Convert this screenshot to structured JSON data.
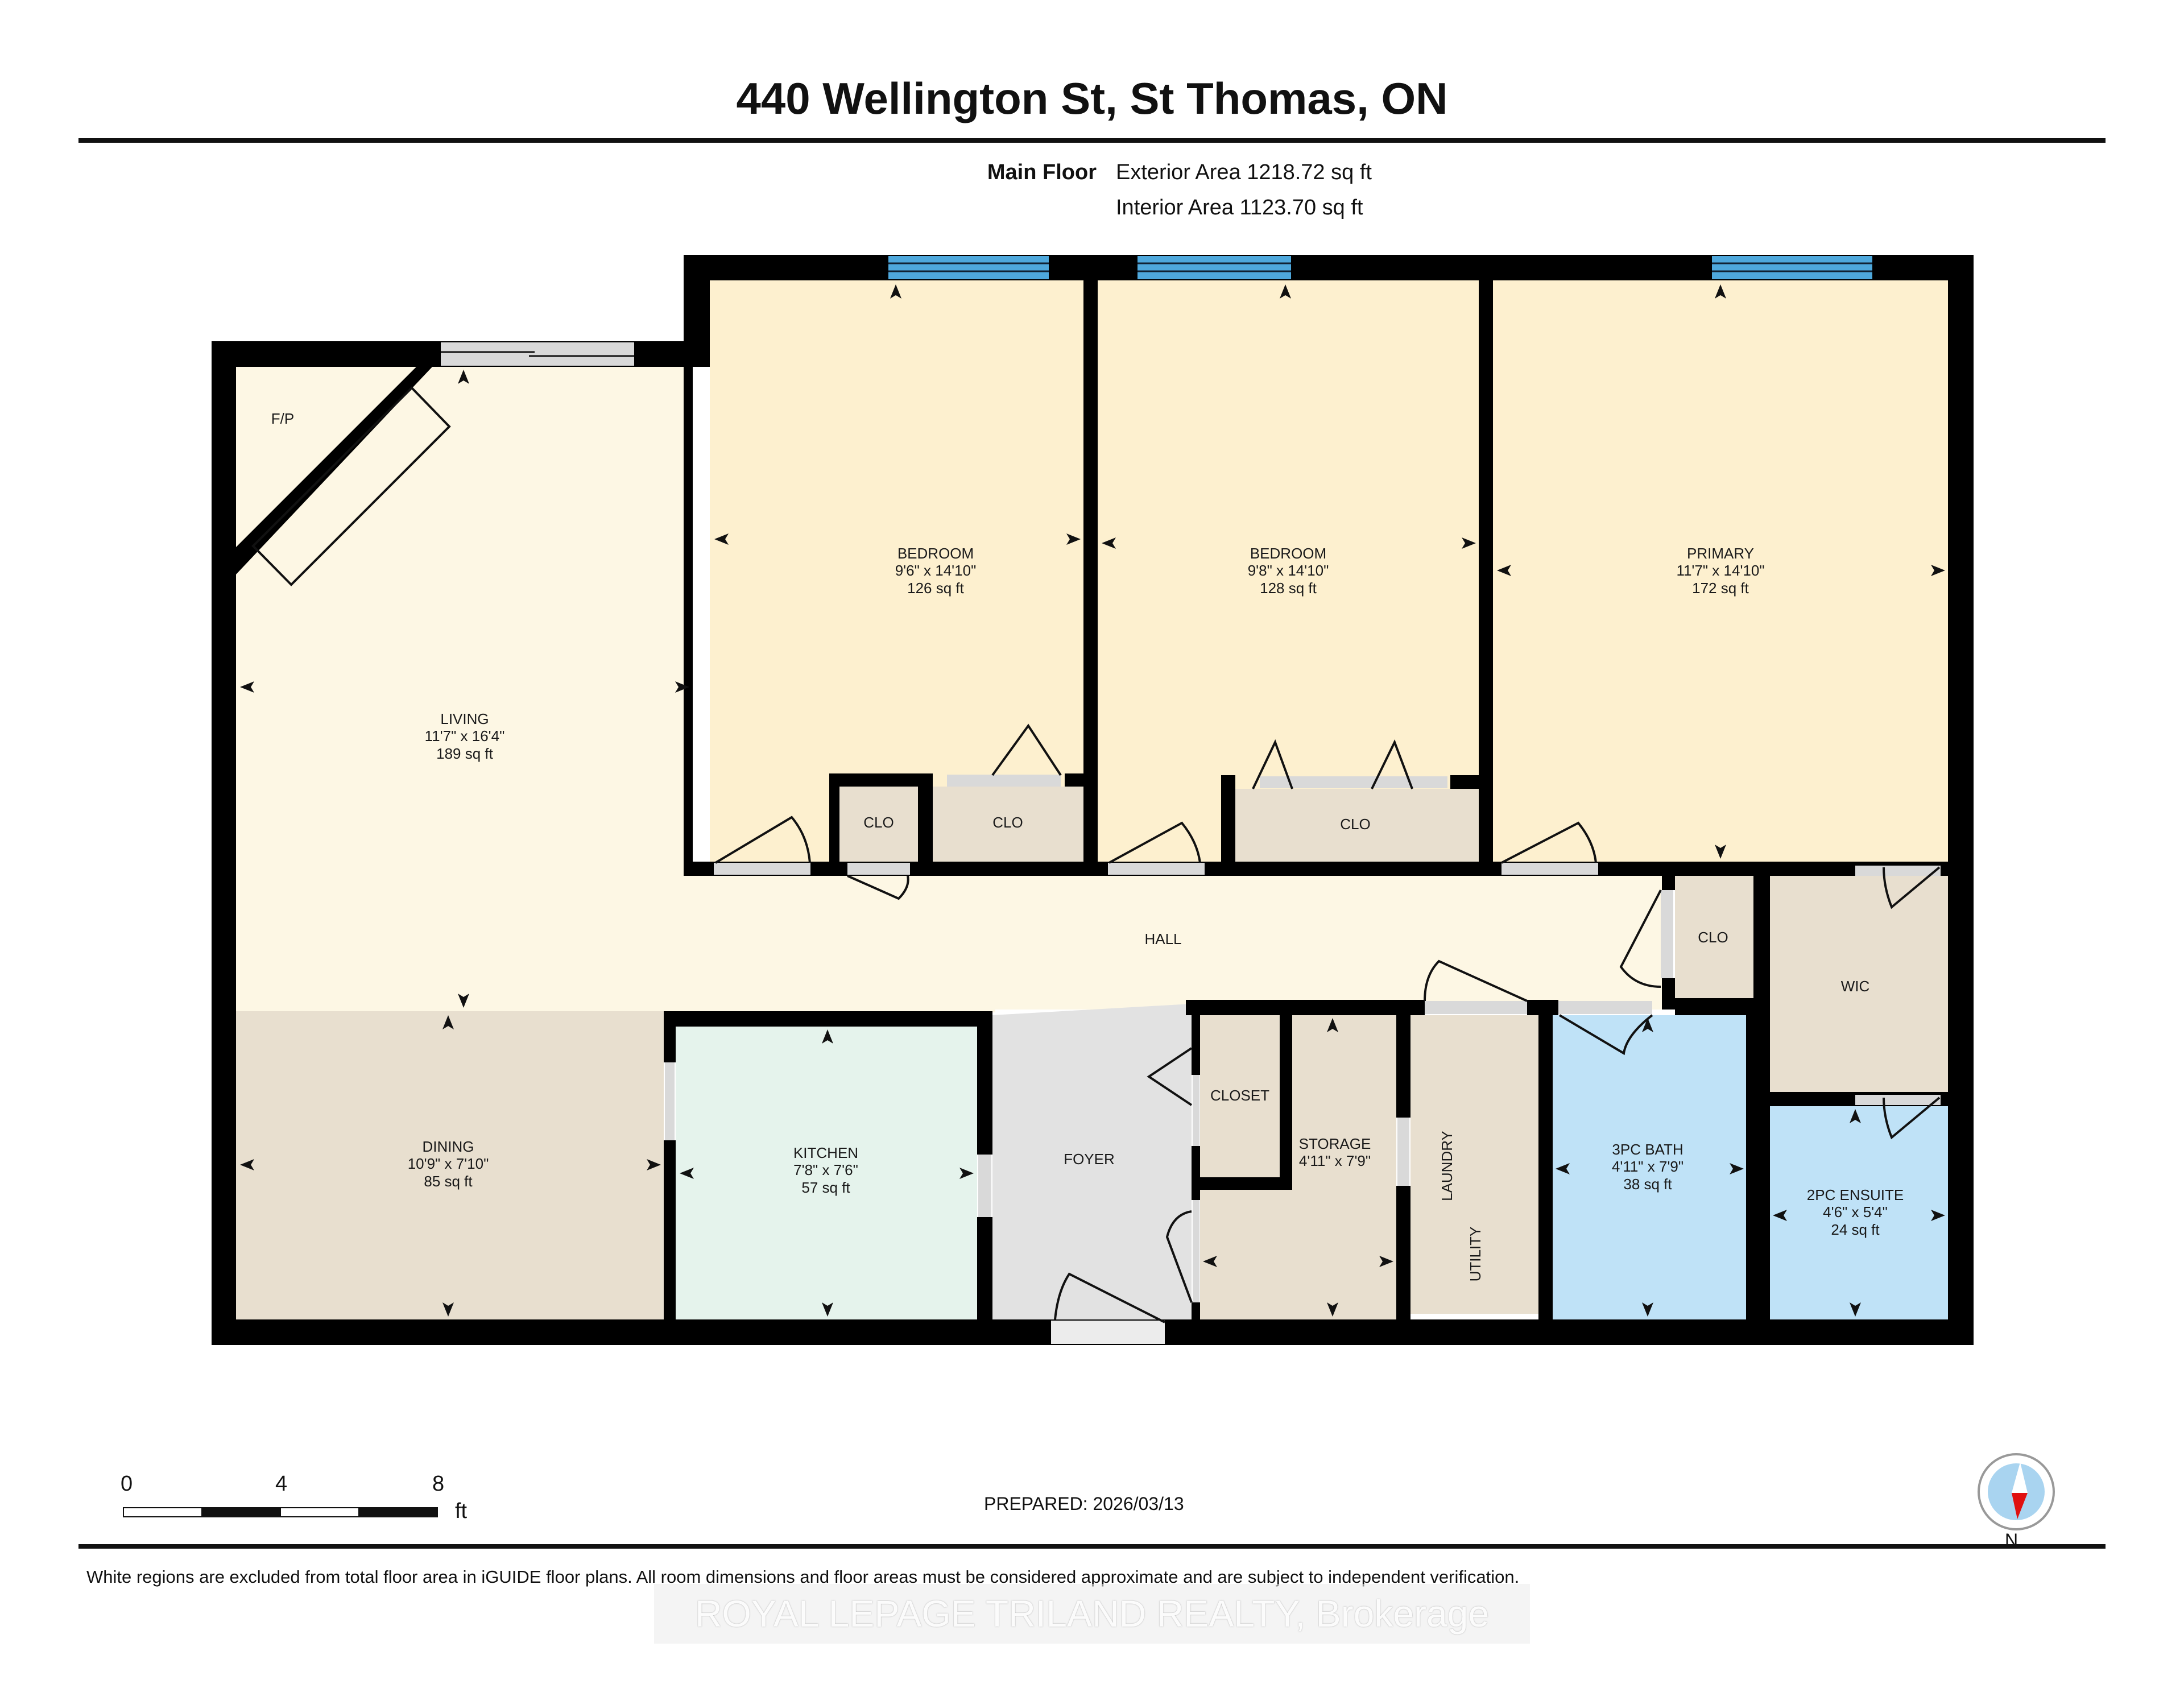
{
  "header": {
    "title": "440 Wellington St, St Thomas, ON",
    "floor_label": "Main Floor",
    "exterior_area": "Exterior Area 1218.72 sq ft",
    "interior_area": "Interior Area 1123.70 sq ft"
  },
  "colors": {
    "wall": "#000000",
    "bedroom_fill": "#fdf0cf",
    "living_fill": "#fdf7e4",
    "dining_fill": "#e8dfcf",
    "closet_fill": "#e8dfcf",
    "kitchen_fill": "#e5f3ec",
    "foyer_fill": "#e2e2e2",
    "bath_fill": "#bfe2f7",
    "window": "#4ea8dc",
    "door_opening": "#d9d9d9"
  },
  "rooms": {
    "bedroom1": {
      "name": "BEDROOM",
      "dims": "9'6\" x 14'10\"",
      "area": "126 sq ft"
    },
    "bedroom2": {
      "name": "BEDROOM",
      "dims": "9'8\" x 14'10\"",
      "area": "128 sq ft"
    },
    "primary": {
      "name": "PRIMARY",
      "dims": "11'7\" x 14'10\"",
      "area": "172 sq ft"
    },
    "living": {
      "name": "LIVING",
      "dims": "11'7\" x 16'4\"",
      "area": "189 sq ft"
    },
    "fireplace": {
      "name": "F/P"
    },
    "hall": {
      "name": "HALL"
    },
    "dining": {
      "name": "DINING",
      "dims": "10'9\" x 7'10\"",
      "area": "85 sq ft"
    },
    "kitchen": {
      "name": "KITCHEN",
      "dims": "7'8\" x 7'6\"",
      "area": "57 sq ft"
    },
    "foyer": {
      "name": "FOYER"
    },
    "closet_foyer": {
      "name": "CLOSET"
    },
    "storage": {
      "name": "STORAGE",
      "dims": "4'11\" x 7'9\""
    },
    "laundry": {
      "name": "LAUNDRY"
    },
    "utility": {
      "name": "UTILITY"
    },
    "bath3": {
      "name": "3PC BATH",
      "dims": "4'11\" x 7'9\"",
      "area": "38 sq ft"
    },
    "ensuite": {
      "name": "2PC ENSUITE",
      "dims": "4'6\" x 5'4\"",
      "area": "24 sq ft"
    },
    "wic": {
      "name": "WIC"
    },
    "clo_bed1_small": {
      "name": "CLO"
    },
    "clo_bed1": {
      "name": "CLO"
    },
    "clo_bed2": {
      "name": "CLO"
    },
    "clo_hall": {
      "name": "CLO"
    }
  },
  "scale_bar": {
    "ticks": [
      "0",
      "4",
      "8"
    ],
    "unit": "ft"
  },
  "prepared": "PREPARED: 2026/03/13",
  "compass": {
    "label": "N"
  },
  "footer": {
    "disclaimer": "White regions are excluded from total floor area in iGUIDE floor plans. All room dimensions and floor areas must be considered approximate and are subject to independent verification.",
    "watermark": "ROYAL LEPAGE TRILAND REALTY, Brokerage"
  }
}
